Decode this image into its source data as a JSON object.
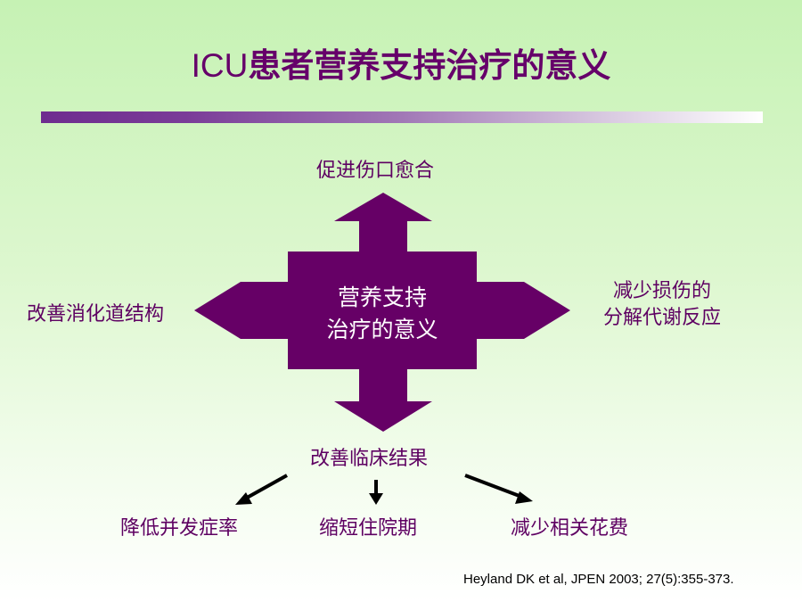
{
  "title": {
    "latin": "ICU",
    "cjk": "患者营养支持治疗的意义"
  },
  "center": {
    "line1": "营养支持",
    "line2": "治疗的意义"
  },
  "directions": {
    "top": "促进伤口愈合",
    "left": "改善消化道结构",
    "right_line1": "减少损伤的",
    "right_line2": "分解代谢反应",
    "bottom": "改善临床结果"
  },
  "outcomes": [
    "降低并发症率",
    "缩短住院期",
    "减少相关花费"
  ],
  "citation": "Heyland DK et al, JPEN 2003; 27(5):355-373.",
  "colors": {
    "title": "#66006a",
    "label": "#5e0062",
    "arrow_fill": "#660066",
    "arrow_stroke": "#000000"
  }
}
